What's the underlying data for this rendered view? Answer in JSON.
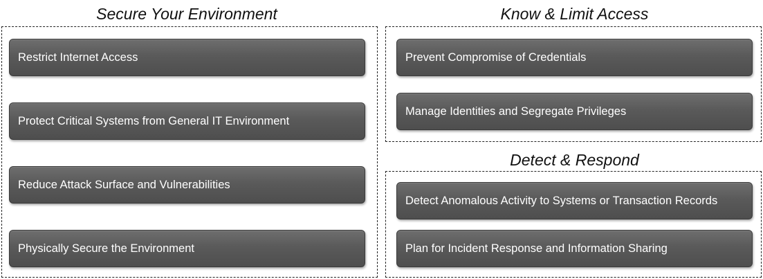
{
  "sections": {
    "secure": {
      "title": "Secure Your Environment",
      "items": [
        "Restrict Internet Access",
        "Protect Critical Systems from General IT Environment",
        "Reduce Attack Surface and Vulnerabilities",
        "Physically Secure the Environment"
      ]
    },
    "know": {
      "title": "Know & Limit Access",
      "items": [
        "Prevent Compromise of Credentials",
        "Manage Identities and Segregate Privileges"
      ]
    },
    "detect": {
      "title": "Detect & Respond",
      "items": [
        "Detect Anomalous Activity to Systems or Transaction Records",
        "Plan for Incident Response and Information Sharing"
      ]
    }
  }
}
